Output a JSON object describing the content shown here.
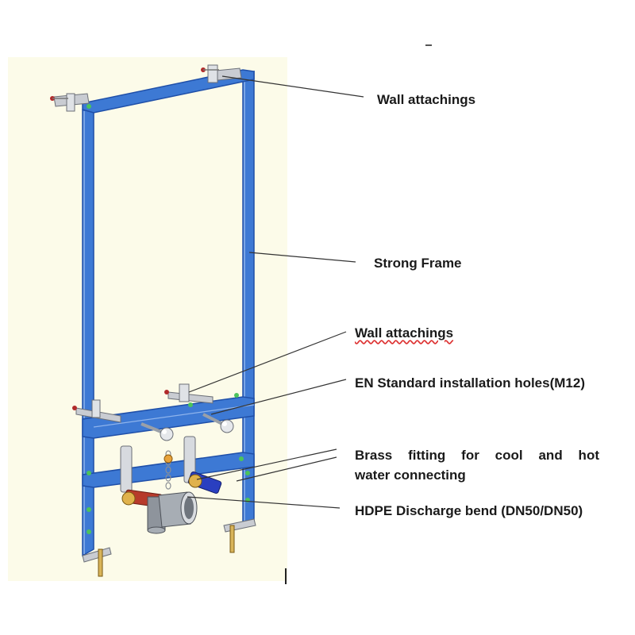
{
  "colors": {
    "frame_blue": "#3d79d4",
    "frame_edge": "#1f4fa8",
    "background_panel": "#fcfbe9",
    "hot_pipe": "#b73a2a",
    "cold_pipe": "#2a3fc0",
    "leader_line": "#333333"
  },
  "labels": {
    "wall_attachings_top": "Wall attachings",
    "strong_frame": "Strong Frame",
    "wall_attachings_mid": "Wall attachings",
    "installation_holes": "EN Standard installation holes(M12)",
    "brass_fitting_line1": "Brass fitting for cool and hot",
    "brass_fitting_line2": "water connecting",
    "hdpe_bend": "HDPE Discharge bend (DN50/DN50)"
  }
}
